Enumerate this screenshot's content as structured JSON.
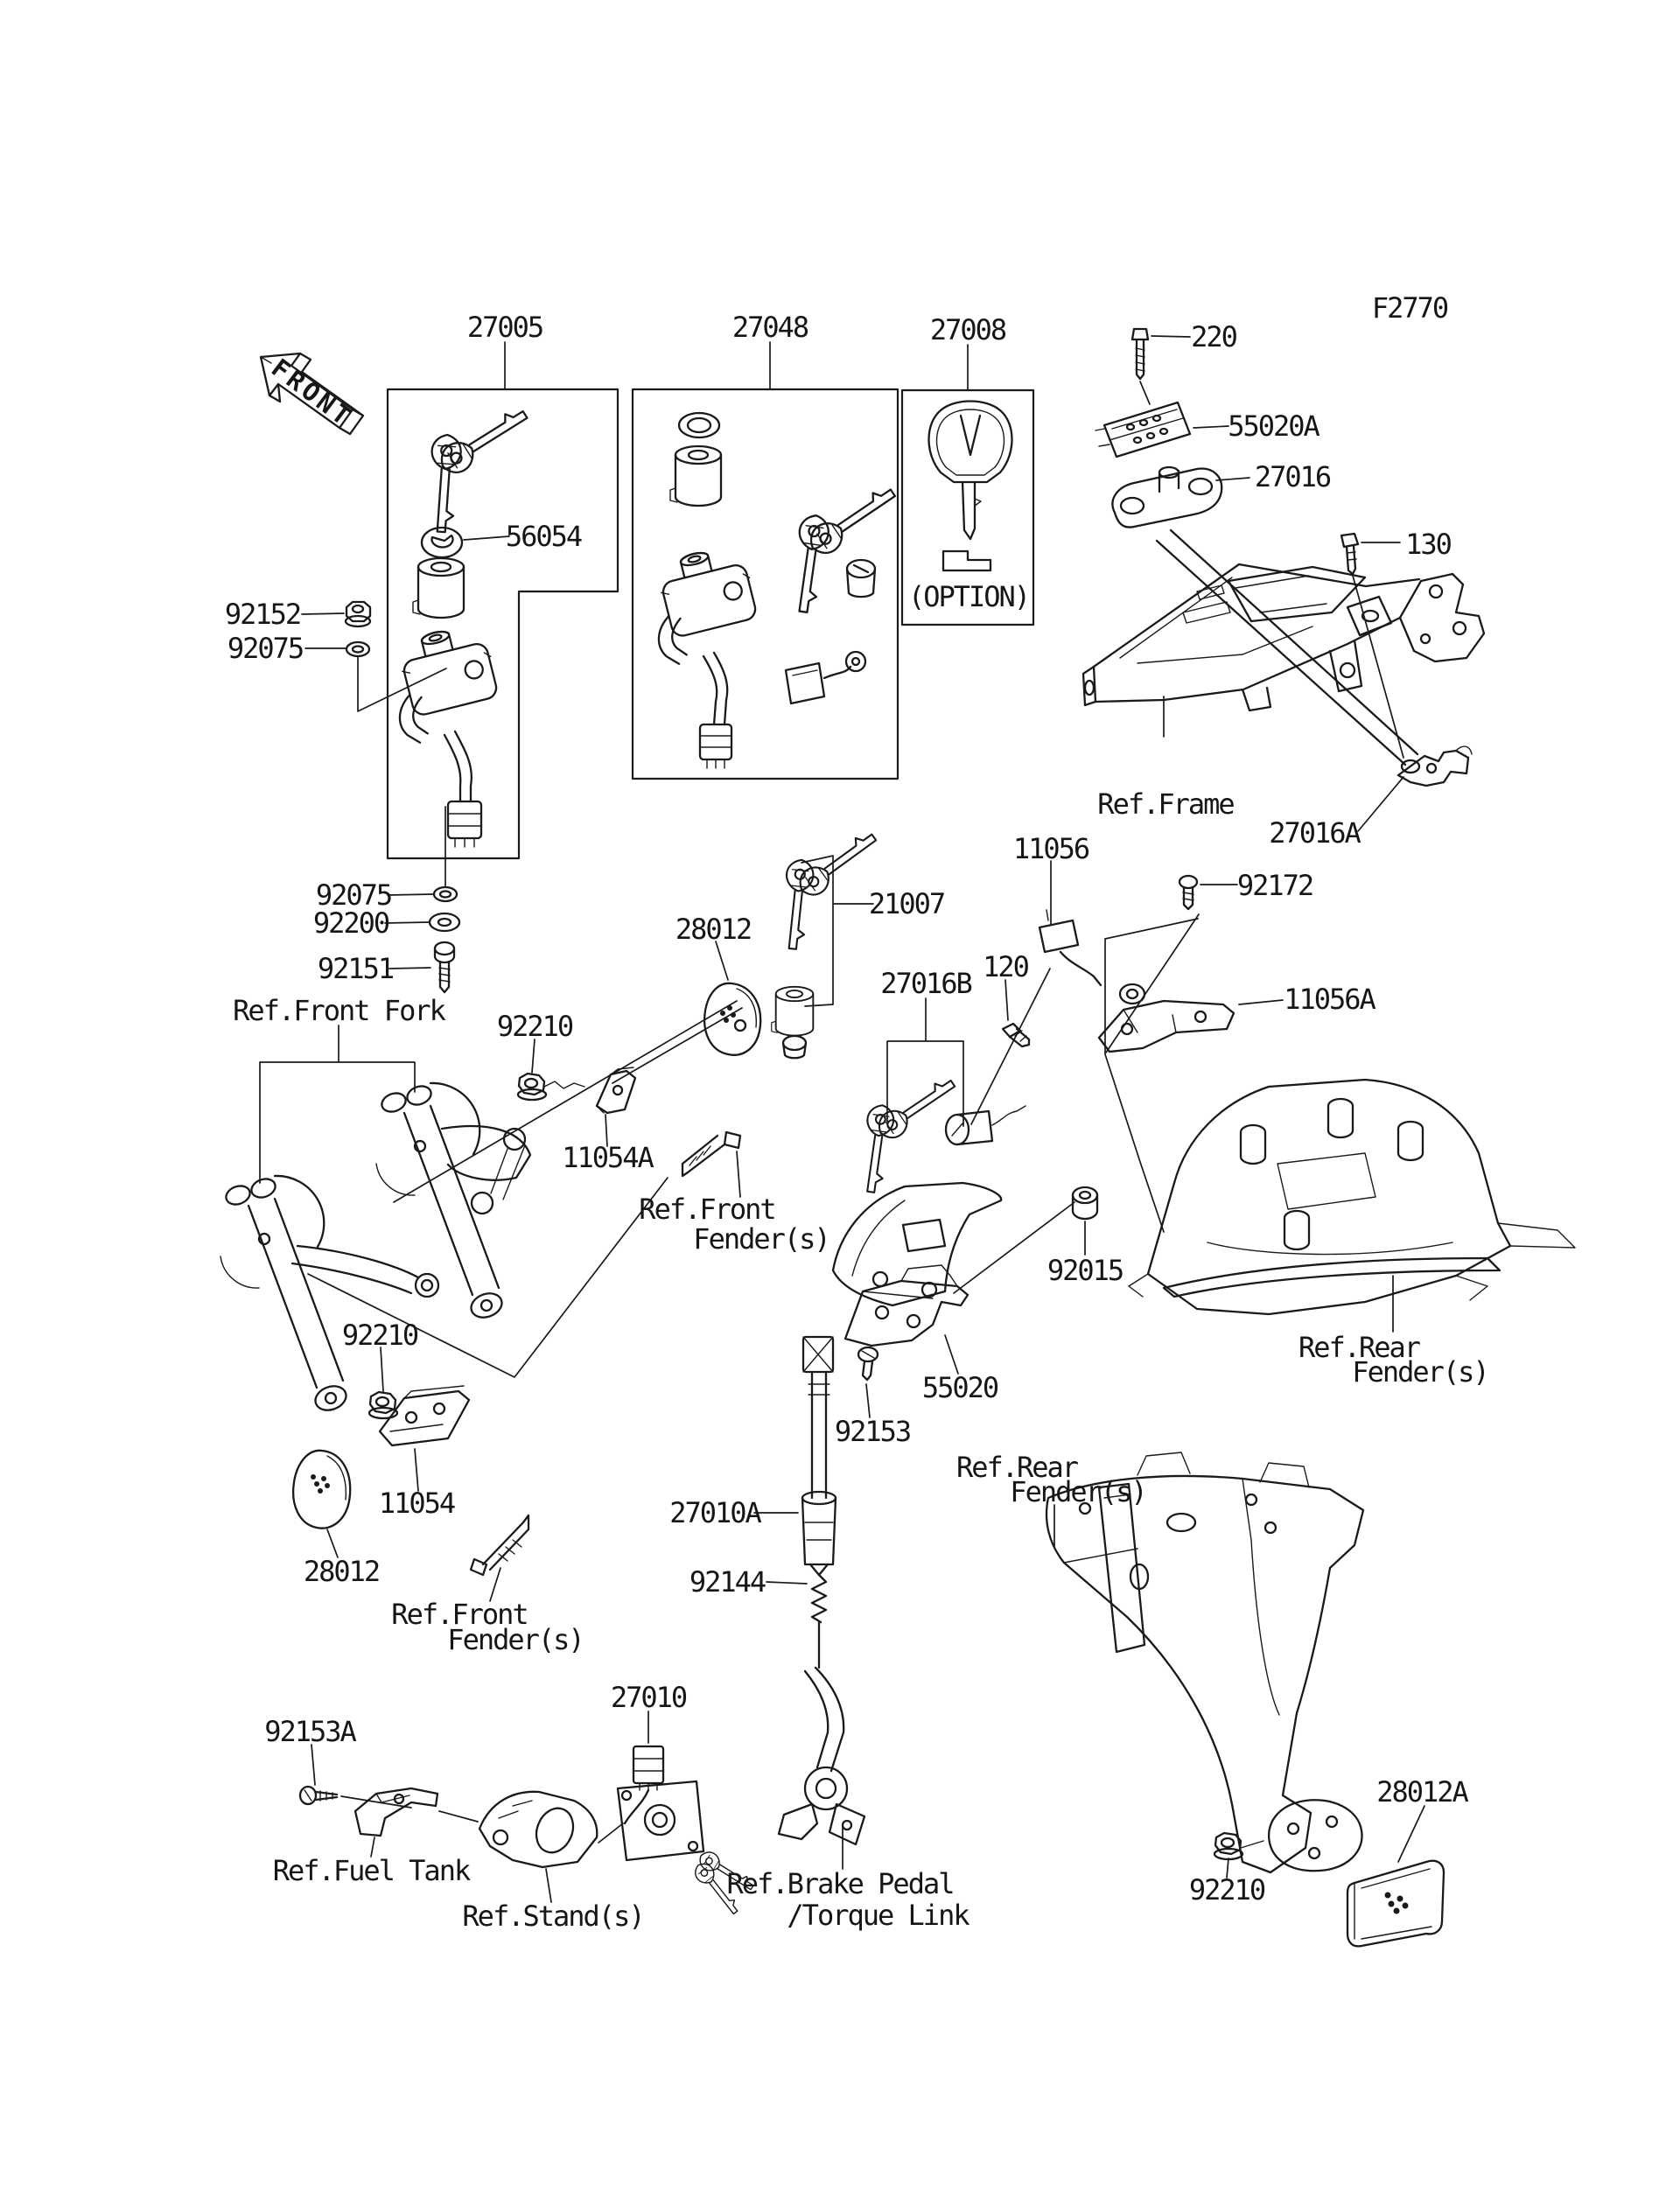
{
  "diagram": {
    "figure_code": "F2770",
    "orientation_marker": "FRONT",
    "labels": {
      "p27005": "27005",
      "p27048": "27048",
      "p27008": "27008",
      "option": "(OPTION)",
      "p220": "220",
      "p55020a": "55020A",
      "p27016": "27016",
      "p130": "130",
      "p56054": "56054",
      "p92152": "92152",
      "p92075": "92075",
      "p92200": "92200",
      "p92151": "92151",
      "p92210": "92210",
      "p28012": "28012",
      "p21007": "21007",
      "p11056": "11056",
      "p92172": "92172",
      "p11056a": "11056A",
      "p27016b": "27016B",
      "p120": "120",
      "p27016a": "27016A",
      "p11054a": "11054A",
      "p11054": "11054",
      "p92015": "92015",
      "p55020": "55020",
      "p92153": "92153",
      "p27010a": "27010A",
      "p92144": "92144",
      "p92153a": "92153A",
      "p27010": "27010",
      "p28012a": "28012A",
      "ref_frame": "Ref.Frame",
      "ref_front_fork": "Ref.Front Fork",
      "ref_front": "Ref.Front",
      "ref_rear": "Ref.Rear",
      "fenders": "Fender(s)",
      "ref_fuel_tank": "Ref.Fuel Tank",
      "ref_stands": "Ref.Stand(s)",
      "ref_brake_pedal": "Ref.Brake Pedal",
      "torque_link": "/Torque Link"
    }
  }
}
